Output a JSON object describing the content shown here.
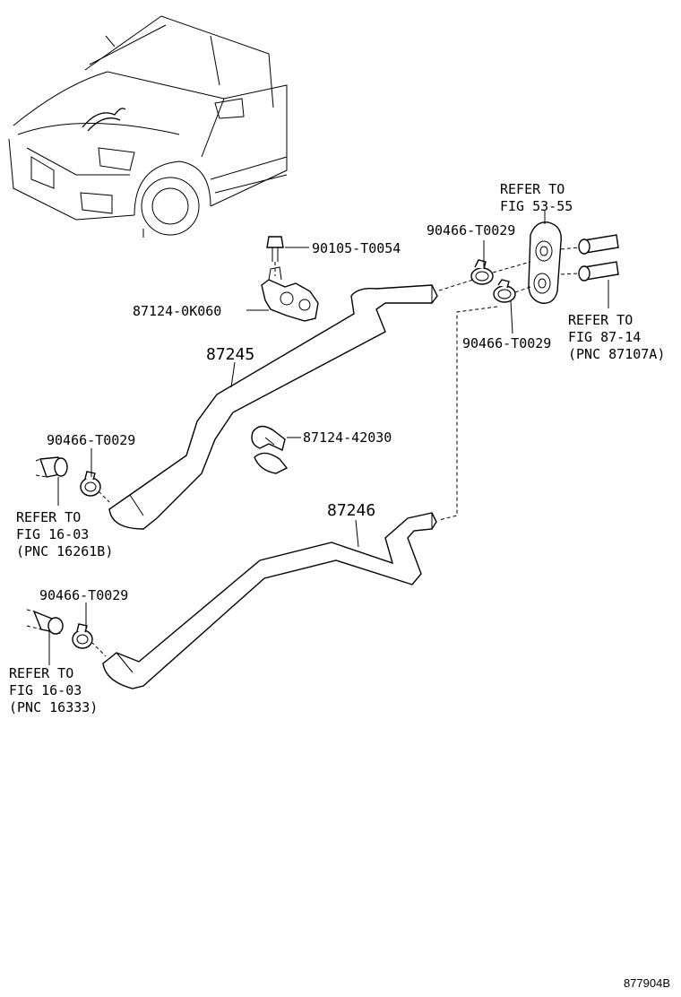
{
  "callouts": {
    "bolt": "90105-T0054",
    "bracket": "87124-0K060",
    "hose_upper": "87245",
    "hose_lower": "87246",
    "clamp_holder": "87124-42030",
    "clamp_top_a": "90466-T0029",
    "clamp_top_b": "90466-T0029",
    "clamp_left_upper": "90466-T0029",
    "clamp_left_lower": "90466-T0029"
  },
  "references": {
    "grommet": [
      "REFER TO",
      "FIG 53-55"
    ],
    "heater_pipes": [
      "REFER TO",
      "FIG 87-14",
      "(PNC 87107A)"
    ],
    "engine_outlet_upper": [
      "REFER TO",
      "FIG 16-03",
      "(PNC 16261B)"
    ],
    "engine_outlet_lower": [
      "REFER TO",
      "FIG 16-03",
      "(PNC 16333)"
    ]
  },
  "figure_id": "877904B"
}
